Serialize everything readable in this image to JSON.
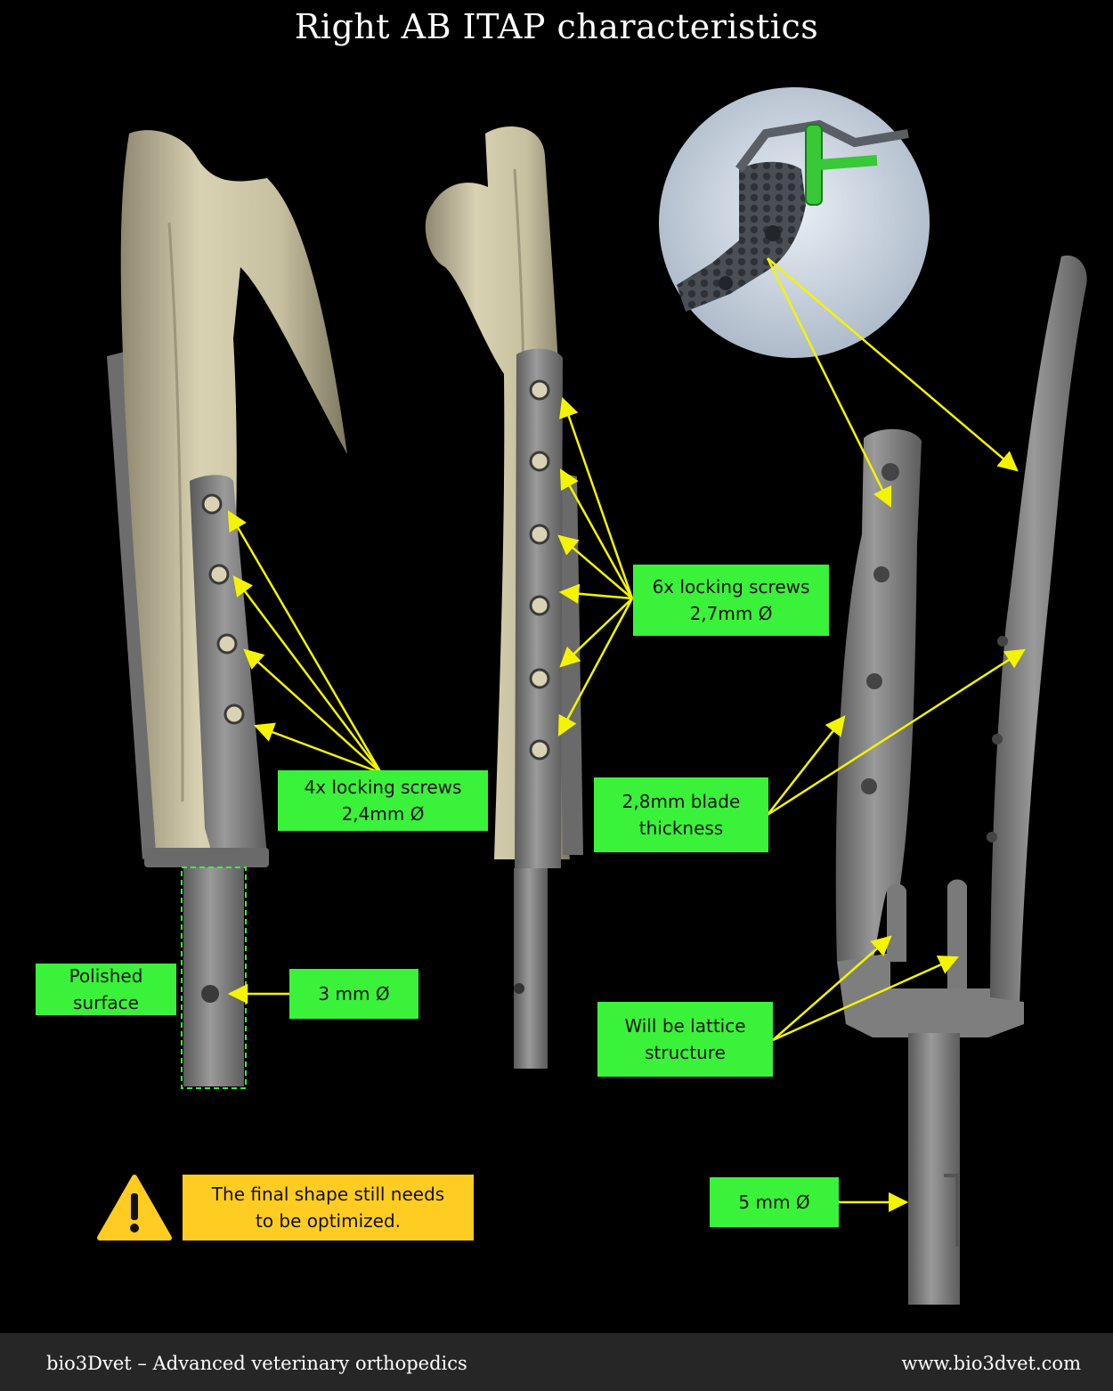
{
  "title": "Right AB ITAP characteristics",
  "labels": {
    "screws_4x": {
      "line1": "4x locking screws",
      "line2": "2,4mm Ø"
    },
    "screws_6x": {
      "line1": "6x locking screws",
      "line2": "2,7mm Ø"
    },
    "blade": {
      "line1": "2,8mm blade",
      "line2": "thickness"
    },
    "polished": {
      "line1": "Polished",
      "line2": "surface"
    },
    "diam_3": {
      "line1": "3 mm Ø"
    },
    "lattice": {
      "line1": "Will be lattice",
      "line2": "structure"
    },
    "diam_5": {
      "line1": "5 mm Ø"
    }
  },
  "warning": {
    "icon": "warning-triangle-icon",
    "line1": "The final shape still needs",
    "line2": "to be optimized."
  },
  "footer": {
    "left": "bio3Dvet – Advanced veterinary orthopedics",
    "right": "www.bio3dvet.com"
  },
  "colors": {
    "background": "#000000",
    "label_green": "#3af23a",
    "warning_yellow": "#ffcc22",
    "arrow_yellow": "#f4f400",
    "bone": "#cdc6a6",
    "implant": "#8a8a8a",
    "footer_bar": "#262626"
  }
}
